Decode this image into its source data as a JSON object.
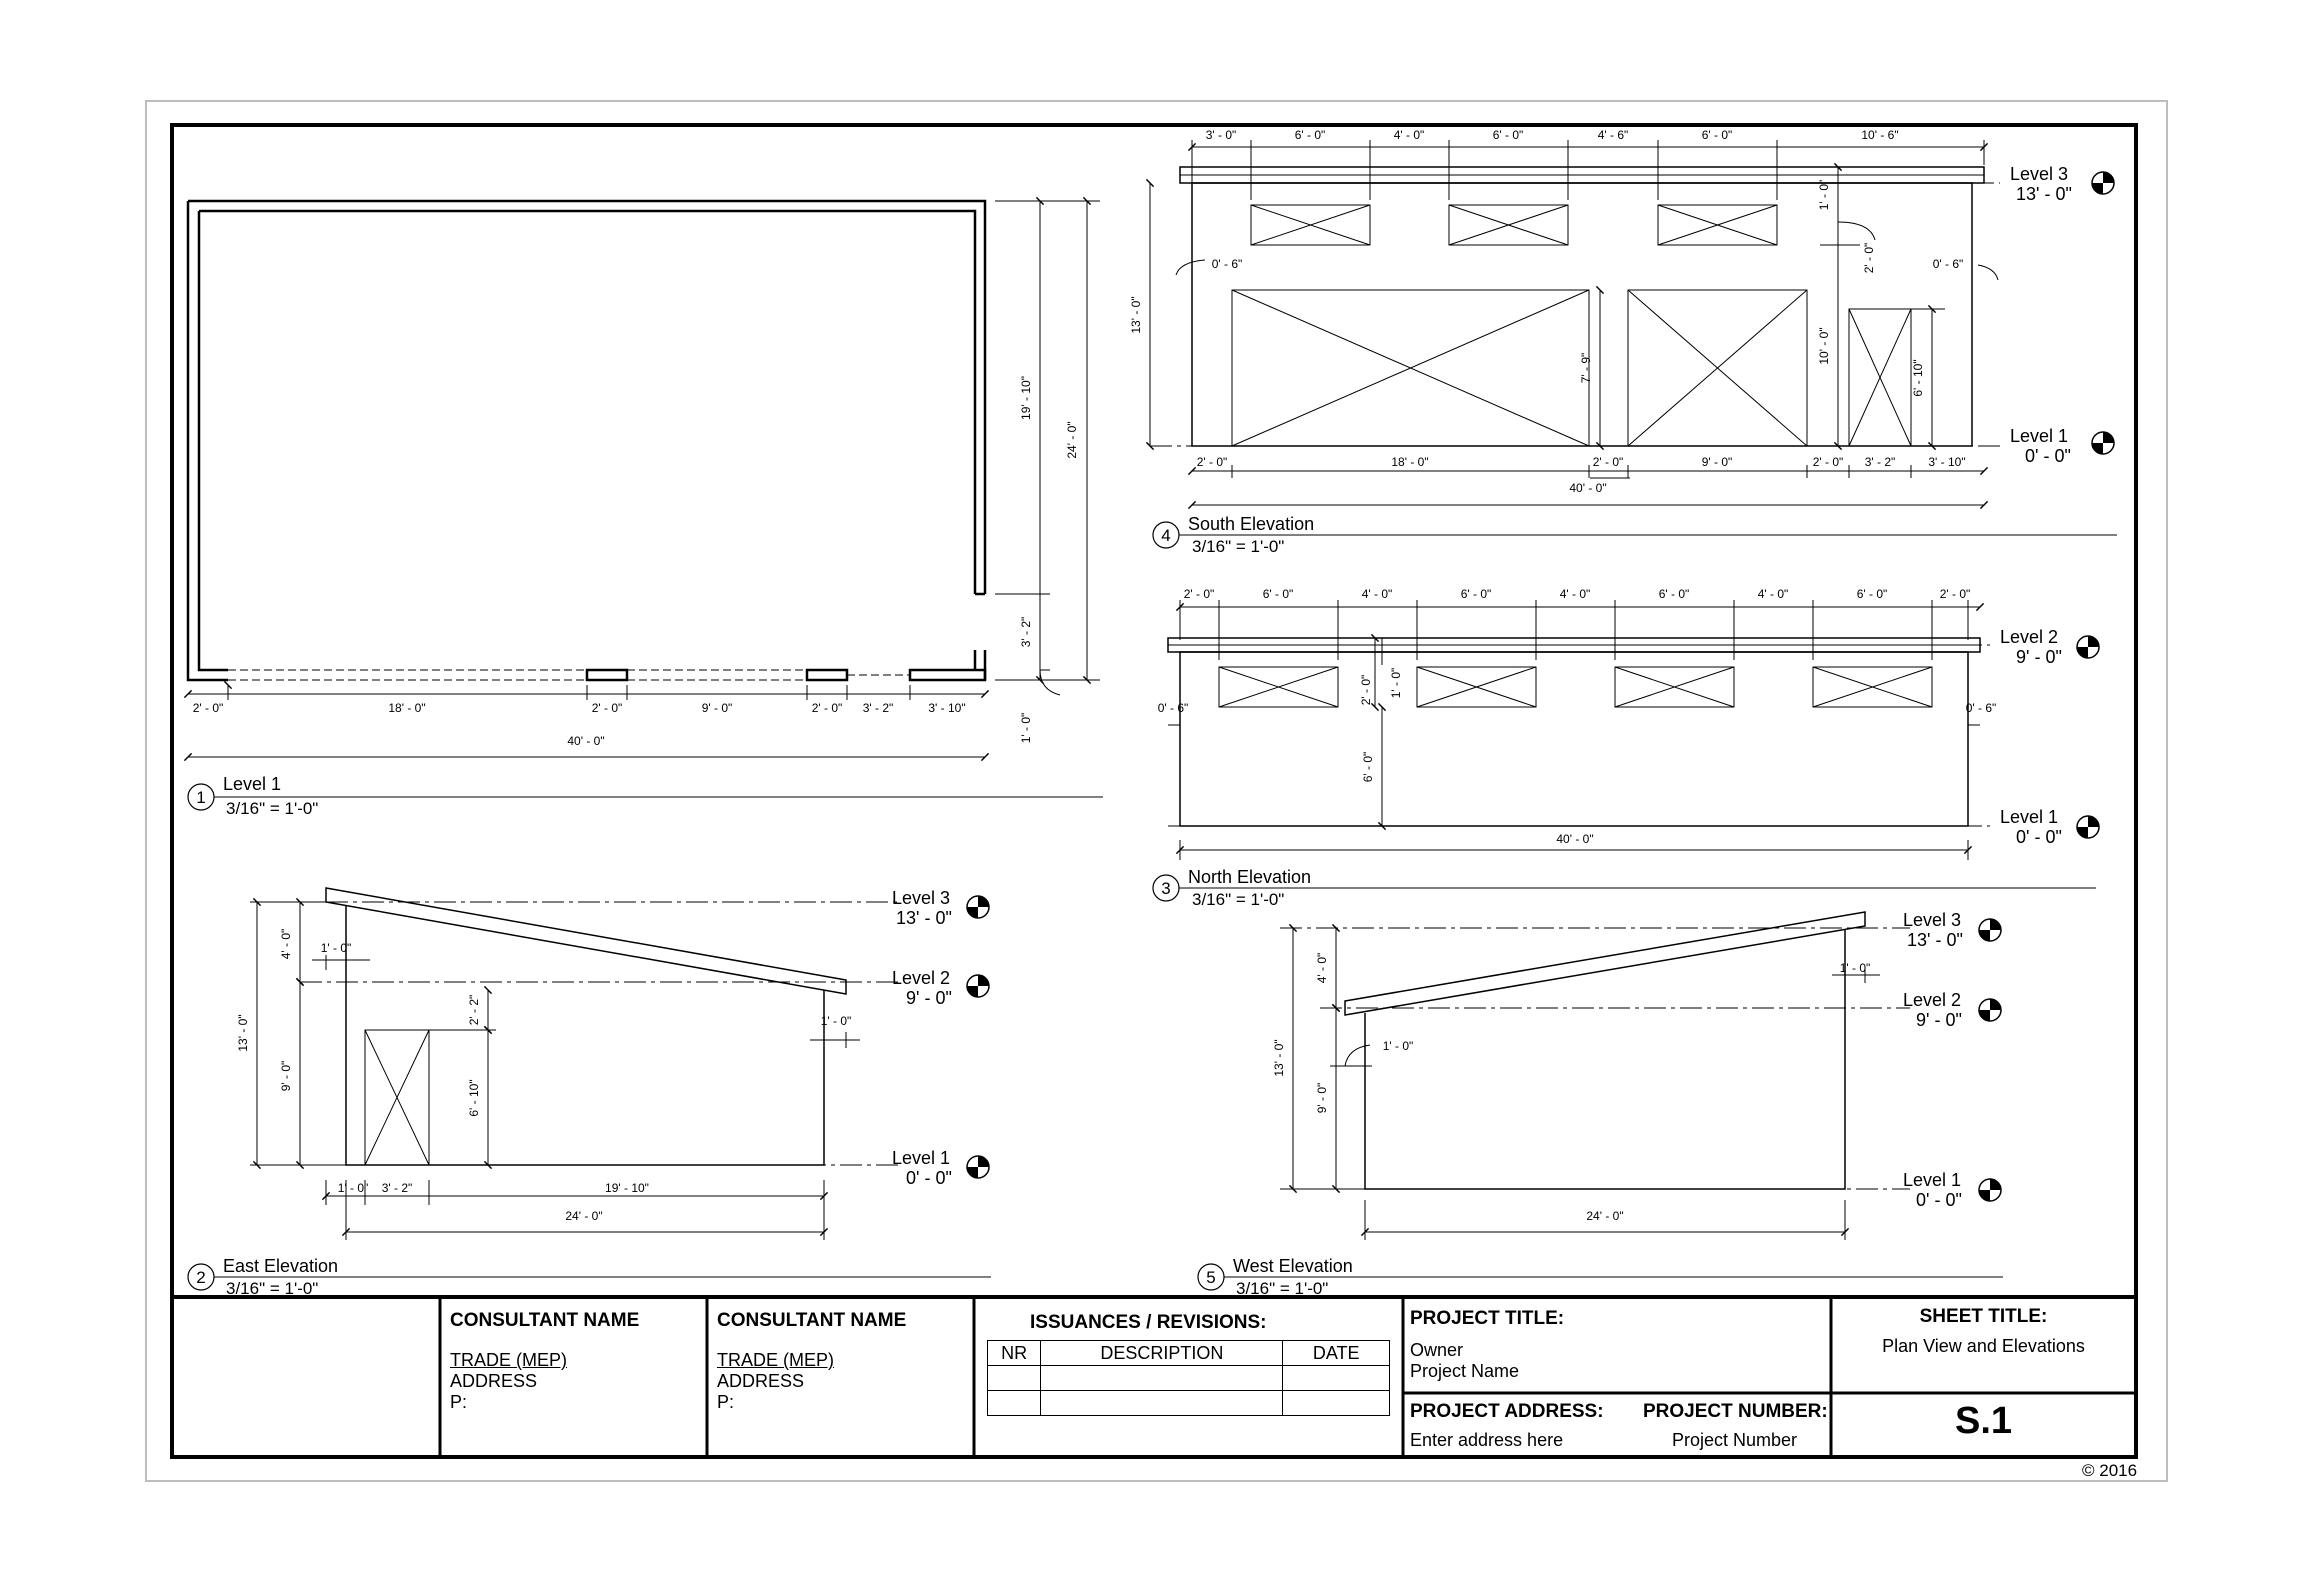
{
  "views": {
    "plan": {
      "number": "1",
      "title": "Level 1",
      "scale": "3/16\" = 1'-0\"",
      "dims": {
        "bottom": [
          "2' - 0\"",
          "18' - 0\"",
          "2' - 0\"",
          "9' - 0\"",
          "2' - 0\"",
          "3' - 2\"",
          "3' - 10\""
        ],
        "overall": "40' - 0\"",
        "right_inner": "19' - 10\"",
        "right_gap": "3' - 2\"",
        "right_overall": "24' - 0\"",
        "wall": "1' - 0\""
      }
    },
    "east": {
      "number": "2",
      "title": "East Elevation",
      "scale": "3/16\" = 1'-0\"",
      "levels": [
        {
          "name": "Level 3",
          "elev": "13' - 0\""
        },
        {
          "name": "Level 2",
          "elev": "9' - 0\""
        },
        {
          "name": "Level 1",
          "elev": "0' - 0\""
        }
      ],
      "dims": {
        "overall_h": "13' - 0\"",
        "upper_h": "4' - 0\"",
        "lower_h": "9' - 0\"",
        "roof_left": "1' - 0\"",
        "roof_right": "1' - 0\"",
        "door_top": "2' - 2\"",
        "door_h": "6' - 10\"",
        "bottom": [
          "1' - 0\"",
          "3' - 2\"",
          "19' - 10\""
        ],
        "overall_w": "24' - 0\""
      }
    },
    "north": {
      "number": "3",
      "title": "North Elevation",
      "scale": "3/16\" = 1'-0\"",
      "levels": [
        {
          "name": "Level 2",
          "elev": "9' - 0\""
        },
        {
          "name": "Level 1",
          "elev": "0' - 0\""
        }
      ],
      "dims": {
        "top": [
          "2' - 0\"",
          "6' - 0\"",
          "4' - 0\"",
          "6' - 0\"",
          "4' - 0\"",
          "6' - 0\"",
          "4' - 0\"",
          "6' - 0\"",
          "2' - 0\""
        ],
        "left_offset": "0' - 6\"",
        "right_offset": "0' - 6\"",
        "win_h": "2' - 0\"",
        "roof": "1' - 0\"",
        "sill": "6' - 0\"",
        "overall": "40' - 0\""
      }
    },
    "south": {
      "number": "4",
      "title": "South Elevation",
      "scale": "3/16\" = 1'-0\"",
      "levels": [
        {
          "name": "Level 3",
          "elev": "13' - 0\""
        },
        {
          "name": "Level 1",
          "elev": "0' - 0\""
        }
      ],
      "dims": {
        "top": [
          "3' - 0\"",
          "6' - 0\"",
          "4' - 0\"",
          "6' - 0\"",
          "4' - 6\"",
          "6' - 0\"",
          "10' - 6\""
        ],
        "left_offset": "0' - 6\"",
        "right_offset": "0' - 6\"",
        "roof": "1' - 0\"",
        "head": "2' - 0\"",
        "overall_h": "13' - 0\"",
        "door1_h": "7' - 9\"",
        "door2_h": "10' - 0\"",
        "door3_h": "6' - 10\"",
        "bottom": [
          "2' - 0\"",
          "18' - 0\"",
          "2' - 0\"",
          "9' - 0\"",
          "2' - 0\"",
          "3' - 2\"",
          "3' - 10\""
        ],
        "overall_w": "40' - 0\""
      }
    },
    "west": {
      "number": "5",
      "title": "West Elevation",
      "scale": "3/16\" = 1'-0\"",
      "levels": [
        {
          "name": "Level 3",
          "elev": "13' - 0\""
        },
        {
          "name": "Level 2",
          "elev": "9' - 0\""
        },
        {
          "name": "Level 1",
          "elev": "0' - 0\""
        }
      ],
      "dims": {
        "overall_h": "13' - 0\"",
        "upper_h": "4' - 0\"",
        "lower_h": "9' - 0\"",
        "roof_right": "1' - 0\"",
        "roof_left": "1' - 0\"",
        "overall_w": "24' - 0\""
      }
    }
  },
  "title_block": {
    "consultants": [
      {
        "name": "CONSULTANT NAME",
        "trade": "TRADE (MEP)",
        "address": "ADDRESS",
        "phone": "P:"
      },
      {
        "name": "CONSULTANT NAME",
        "trade": "TRADE (MEP)",
        "address": "ADDRESS",
        "phone": "P:"
      }
    ],
    "revisions": {
      "title": "ISSUANCES / REVISIONS:",
      "col_nr": "NR",
      "col_desc": "DESCRIPTION",
      "col_date": "DATE"
    },
    "project": {
      "title_label": "PROJECT TITLE:",
      "owner": "Owner",
      "name": "Project Name",
      "address_label": "PROJECT ADDRESS:",
      "address": "Enter address here",
      "number_label": "PROJECT NUMBER:",
      "number": "Project Number"
    },
    "sheet": {
      "title_label": "SHEET TITLE:",
      "title": "Plan View and Elevations",
      "number": "S.1"
    },
    "copyright": "© 2016"
  }
}
